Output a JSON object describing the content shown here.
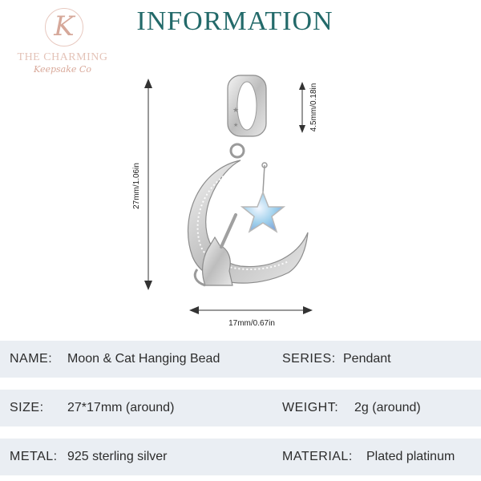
{
  "logo": {
    "mark": "K",
    "name": "THE CHARMING",
    "sub": "Keepsake Co"
  },
  "title": "INFORMATION",
  "dimensions": {
    "height": "27mm/1.06in",
    "width": "17mm/0.67in",
    "bail": "4.5mm/0.18in"
  },
  "specs": {
    "name": {
      "label": "NAME:",
      "value": "Moon & Cat Hanging Bead"
    },
    "series": {
      "label": "SERIES:",
      "value": "Pendant"
    },
    "size": {
      "label": "SIZE:",
      "value": "27*17mm (around)"
    },
    "weight": {
      "label": "WEIGHT:",
      "value": "2g (around)"
    },
    "metal": {
      "label": "METAL:",
      "value": "925 sterling silver"
    },
    "material": {
      "label": "MATERIAL:",
      "value": "Plated platinum"
    }
  },
  "colors": {
    "title": "#236a6a",
    "logo": "#d9a99a",
    "row_bg": "#eaeef3",
    "stone": "#8fc6e6"
  }
}
